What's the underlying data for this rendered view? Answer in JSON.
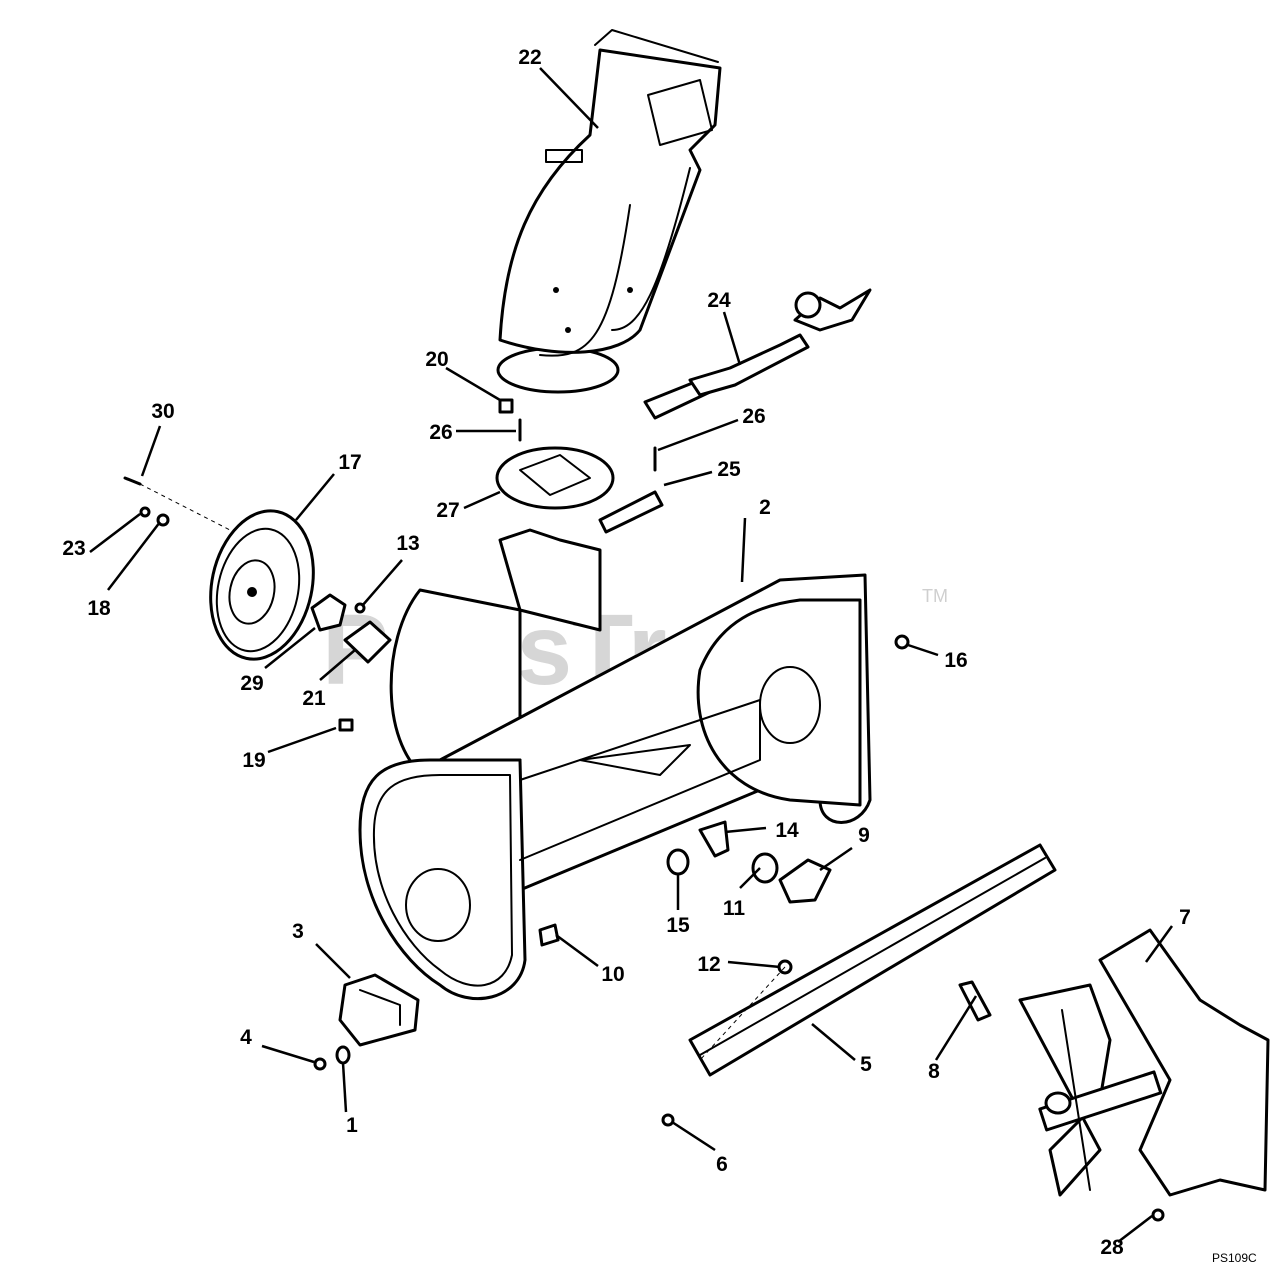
{
  "watermark": {
    "text": "PartsTree",
    "trademark": "TM"
  },
  "diagram_code": "PS109C",
  "callouts": [
    "1",
    "2",
    "3",
    "4",
    "5",
    "6",
    "7",
    "8",
    "9",
    "10",
    "11",
    "12",
    "13",
    "14",
    "15",
    "16",
    "17",
    "18",
    "19",
    "20",
    "21",
    "22",
    "23",
    "24",
    "25",
    "26",
    "26",
    "27",
    "28",
    "29",
    "30"
  ]
}
